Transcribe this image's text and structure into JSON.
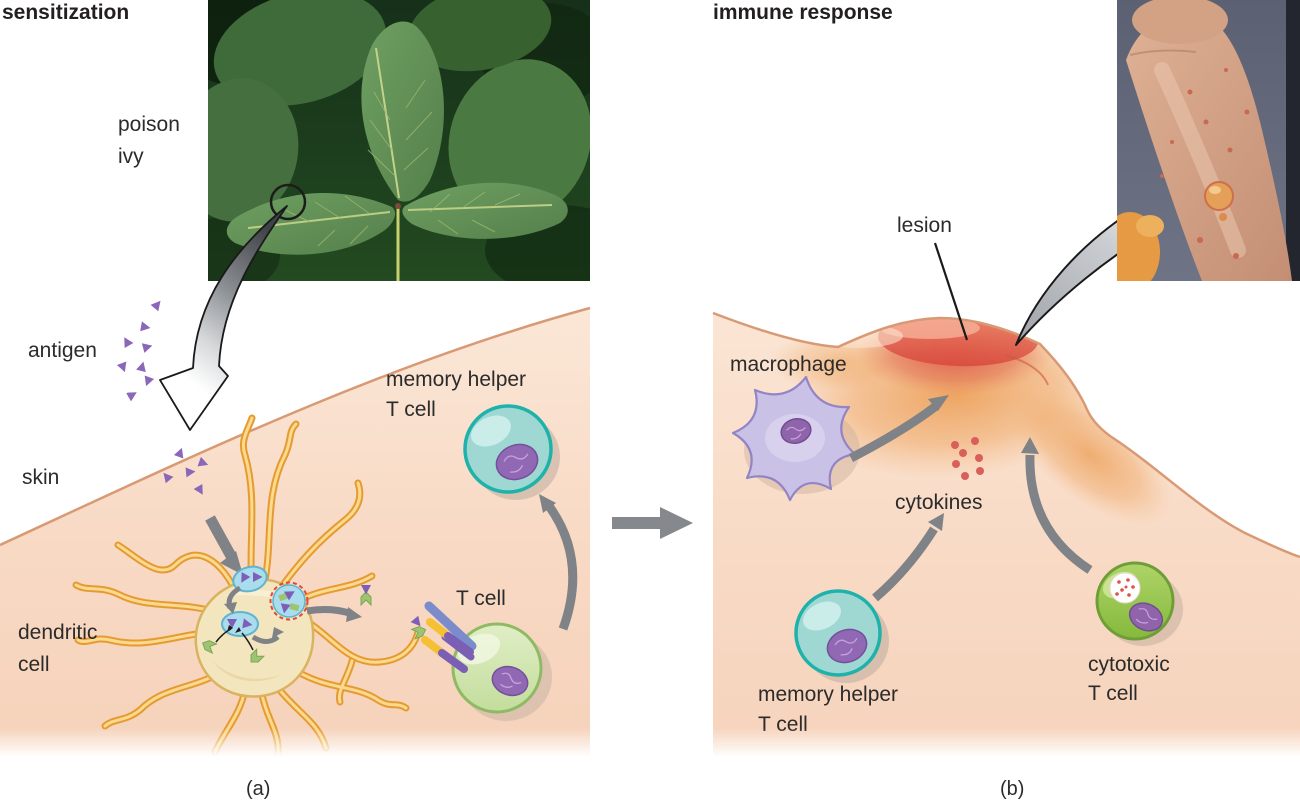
{
  "figure": {
    "panel_a": {
      "title": "sensitization",
      "caption": "(a)",
      "labels": {
        "poison_line1": "poison",
        "poison_line2": "ivy",
        "antigen": "antigen",
        "skin": "skin",
        "dendritic_line1": "dendritic",
        "dendritic_line2": "cell",
        "memory_helper_line1": "memory helper",
        "memory_helper_line2": "T cell",
        "t_cell": "T cell"
      }
    },
    "panel_b": {
      "title": "immune response",
      "caption": "(b)",
      "labels": {
        "lesion": "lesion",
        "macrophage": "macrophage",
        "cytokines": "cytokines",
        "memory_helper_line1": "memory helper",
        "memory_helper_line2": "T cell",
        "cytotoxic_line1": "cytotoxic",
        "cytotoxic_line2": "T cell"
      }
    },
    "colors": {
      "skin": "#f8dcc7",
      "skin_edge": "#d89a74",
      "antigen_purple": "#8a67b8",
      "dendrite_orange": "#e59b33",
      "dendrite_yellow": "#fbd98d",
      "dendritic_body": "#f3e5be",
      "vesicle_blue": "#a9dcec",
      "gray_arrow": "#7f8286",
      "teal_cell": "#9fd8d3",
      "teal_cell_outline": "#1fb2aa",
      "t_cell_green": "#cfe4ad",
      "cytotoxic_green": "#93c44c",
      "macrophage_purple": "#cac1e6",
      "nucleus_purple": "#9168b4",
      "cytokine_red": "#d9605a",
      "lesion_red": "#e05246"
    }
  }
}
